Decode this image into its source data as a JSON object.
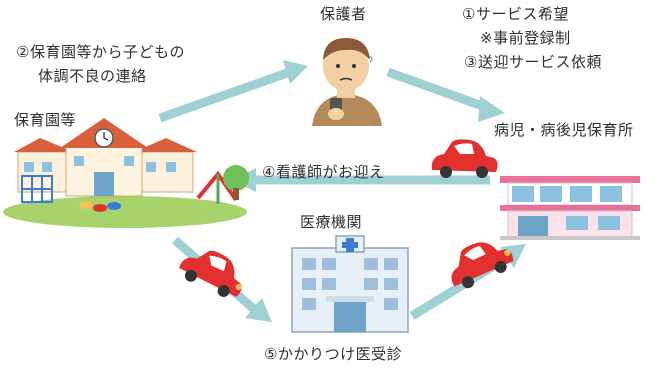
{
  "nodes": {
    "guardian": {
      "label": "保護者"
    },
    "nursery": {
      "label": "保育園等"
    },
    "sick_child_facility": {
      "label": "病児・病後児保育所"
    },
    "medical_institution": {
      "label": "医療機関"
    }
  },
  "steps": {
    "step1": "①サービス希望",
    "step1_note": "※事前登録制",
    "step2_line1": "②保育園等から子どもの",
    "step2_line2": "体調不良の連絡",
    "step3": "③送迎サービス依頼",
    "step4": "④看護師がお迎え",
    "step5": "⑤かかりつけ医受診"
  },
  "colors": {
    "arrow": "#9ed0d4",
    "car_body": "#e2302f",
    "nursery_roof": "#d9603d",
    "facility_roof": "#e8709a",
    "hospital": "#a9bfd6",
    "grass": "#a8d36b"
  }
}
